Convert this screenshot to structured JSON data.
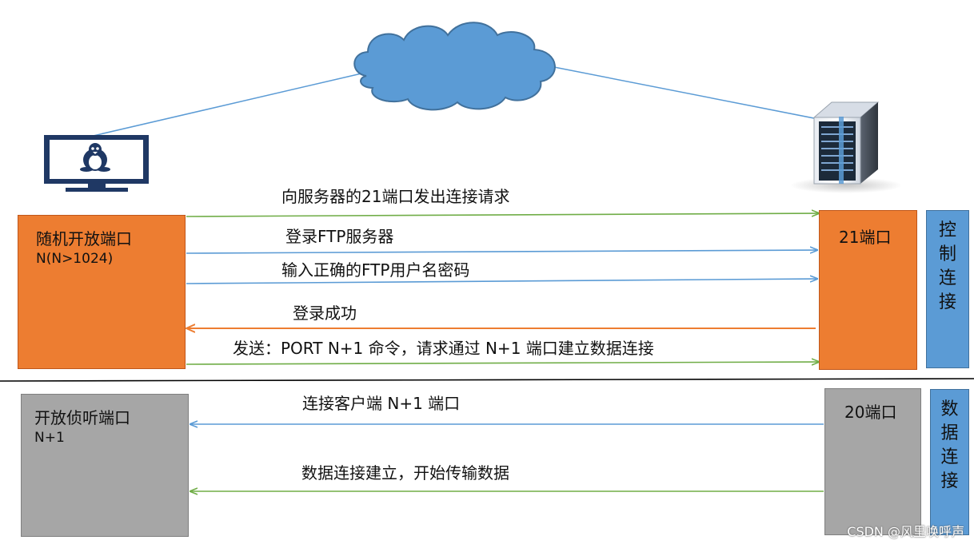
{
  "client_control_port": {
    "title": "随机开放端口",
    "sub": "N(N>1024)"
  },
  "client_data_port": {
    "title": "开放侦听端口",
    "sub": "N+1"
  },
  "server_control_port": {
    "label": "21端口"
  },
  "server_data_port": {
    "label": "20端口"
  },
  "control_connection_label": "控制连接",
  "data_connection_label": "数据连接",
  "messages": {
    "connect_request": "向服务器的21端口发出连接请求",
    "login_ftp": "登录FTP服务器",
    "enter_credentials": "输入正确的FTP用户名密码",
    "login_success": "登录成功",
    "send_port": "发送：PORT N+1 命令，请求通过 N+1 端口建立数据连接",
    "connect_client_port": "连接客户端 N+1 端口",
    "data_established": "数据连接建立，开始传输数据"
  },
  "icons": {
    "network": "cloud-icon",
    "client": "computer-monitor-icon",
    "server": "server-tower-icon",
    "os": "linux-penguin-icon"
  },
  "colors": {
    "orange": "#ed7d31",
    "gray": "#a6a6a6",
    "blue": "#5b9bd5",
    "green_arrow": "#70ad47",
    "blue_arrow": "#5b9bd5",
    "highlight_arrow": "#ed7d31"
  },
  "watermark": "CSDN @风里唤呼声"
}
